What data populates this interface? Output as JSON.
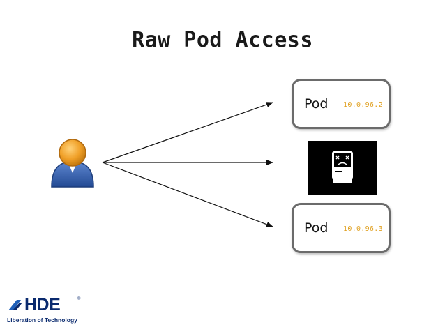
{
  "title": "Raw Pod Access",
  "pods": [
    {
      "label": "Pod",
      "ip": "10.0.96.2"
    },
    {
      "label": "Pod",
      "ip": "10.0.96.3"
    }
  ],
  "dead_node_icon": "sad-mac-icon",
  "user_icon": "user-avatar-icon",
  "logo": {
    "text": "HDE",
    "trademark": "®",
    "tagline": "Liberation of Technology"
  },
  "colors": {
    "ip_text": "#e0a020",
    "pod_border": "#6b6b6b",
    "logo": "#0a2a6e",
    "user_head": "#f0a028",
    "user_body": "#2e5aa8"
  }
}
